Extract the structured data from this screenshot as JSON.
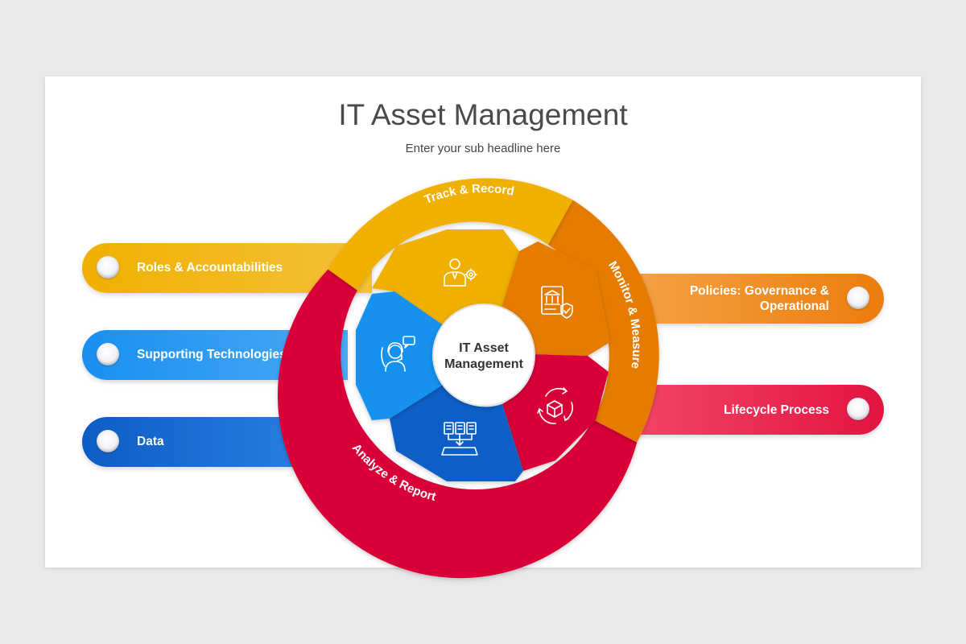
{
  "title": "IT Asset Management",
  "subtitle": "Enter your sub headline here",
  "center": {
    "line1": "IT Asset",
    "line2": "Management"
  },
  "ring": {
    "track_record": "Track & Record",
    "monitor_measure": "Monitor & Measure",
    "analyze_report": "Analyze & Report"
  },
  "bars": {
    "roles": "Roles & Accountabilities",
    "tech": "Supporting Technologies",
    "data": "Data",
    "policies_line1": "Policies: Governance &",
    "policies_line2": "Operational",
    "lifecycle": "Lifecycle Process"
  },
  "icons": {
    "yellow": "user-gear-icon",
    "orange": "bank-checklist-icon",
    "light_blue": "support-agent-icon",
    "red": "cycle-box-icon",
    "dark_blue": "documents-tray-icon"
  },
  "colors": {
    "yellow": "#efb000",
    "orange": "#e57c04",
    "red": "#d90037",
    "light_blue": "#1491ee",
    "dark_blue": "#0b5ec6"
  }
}
